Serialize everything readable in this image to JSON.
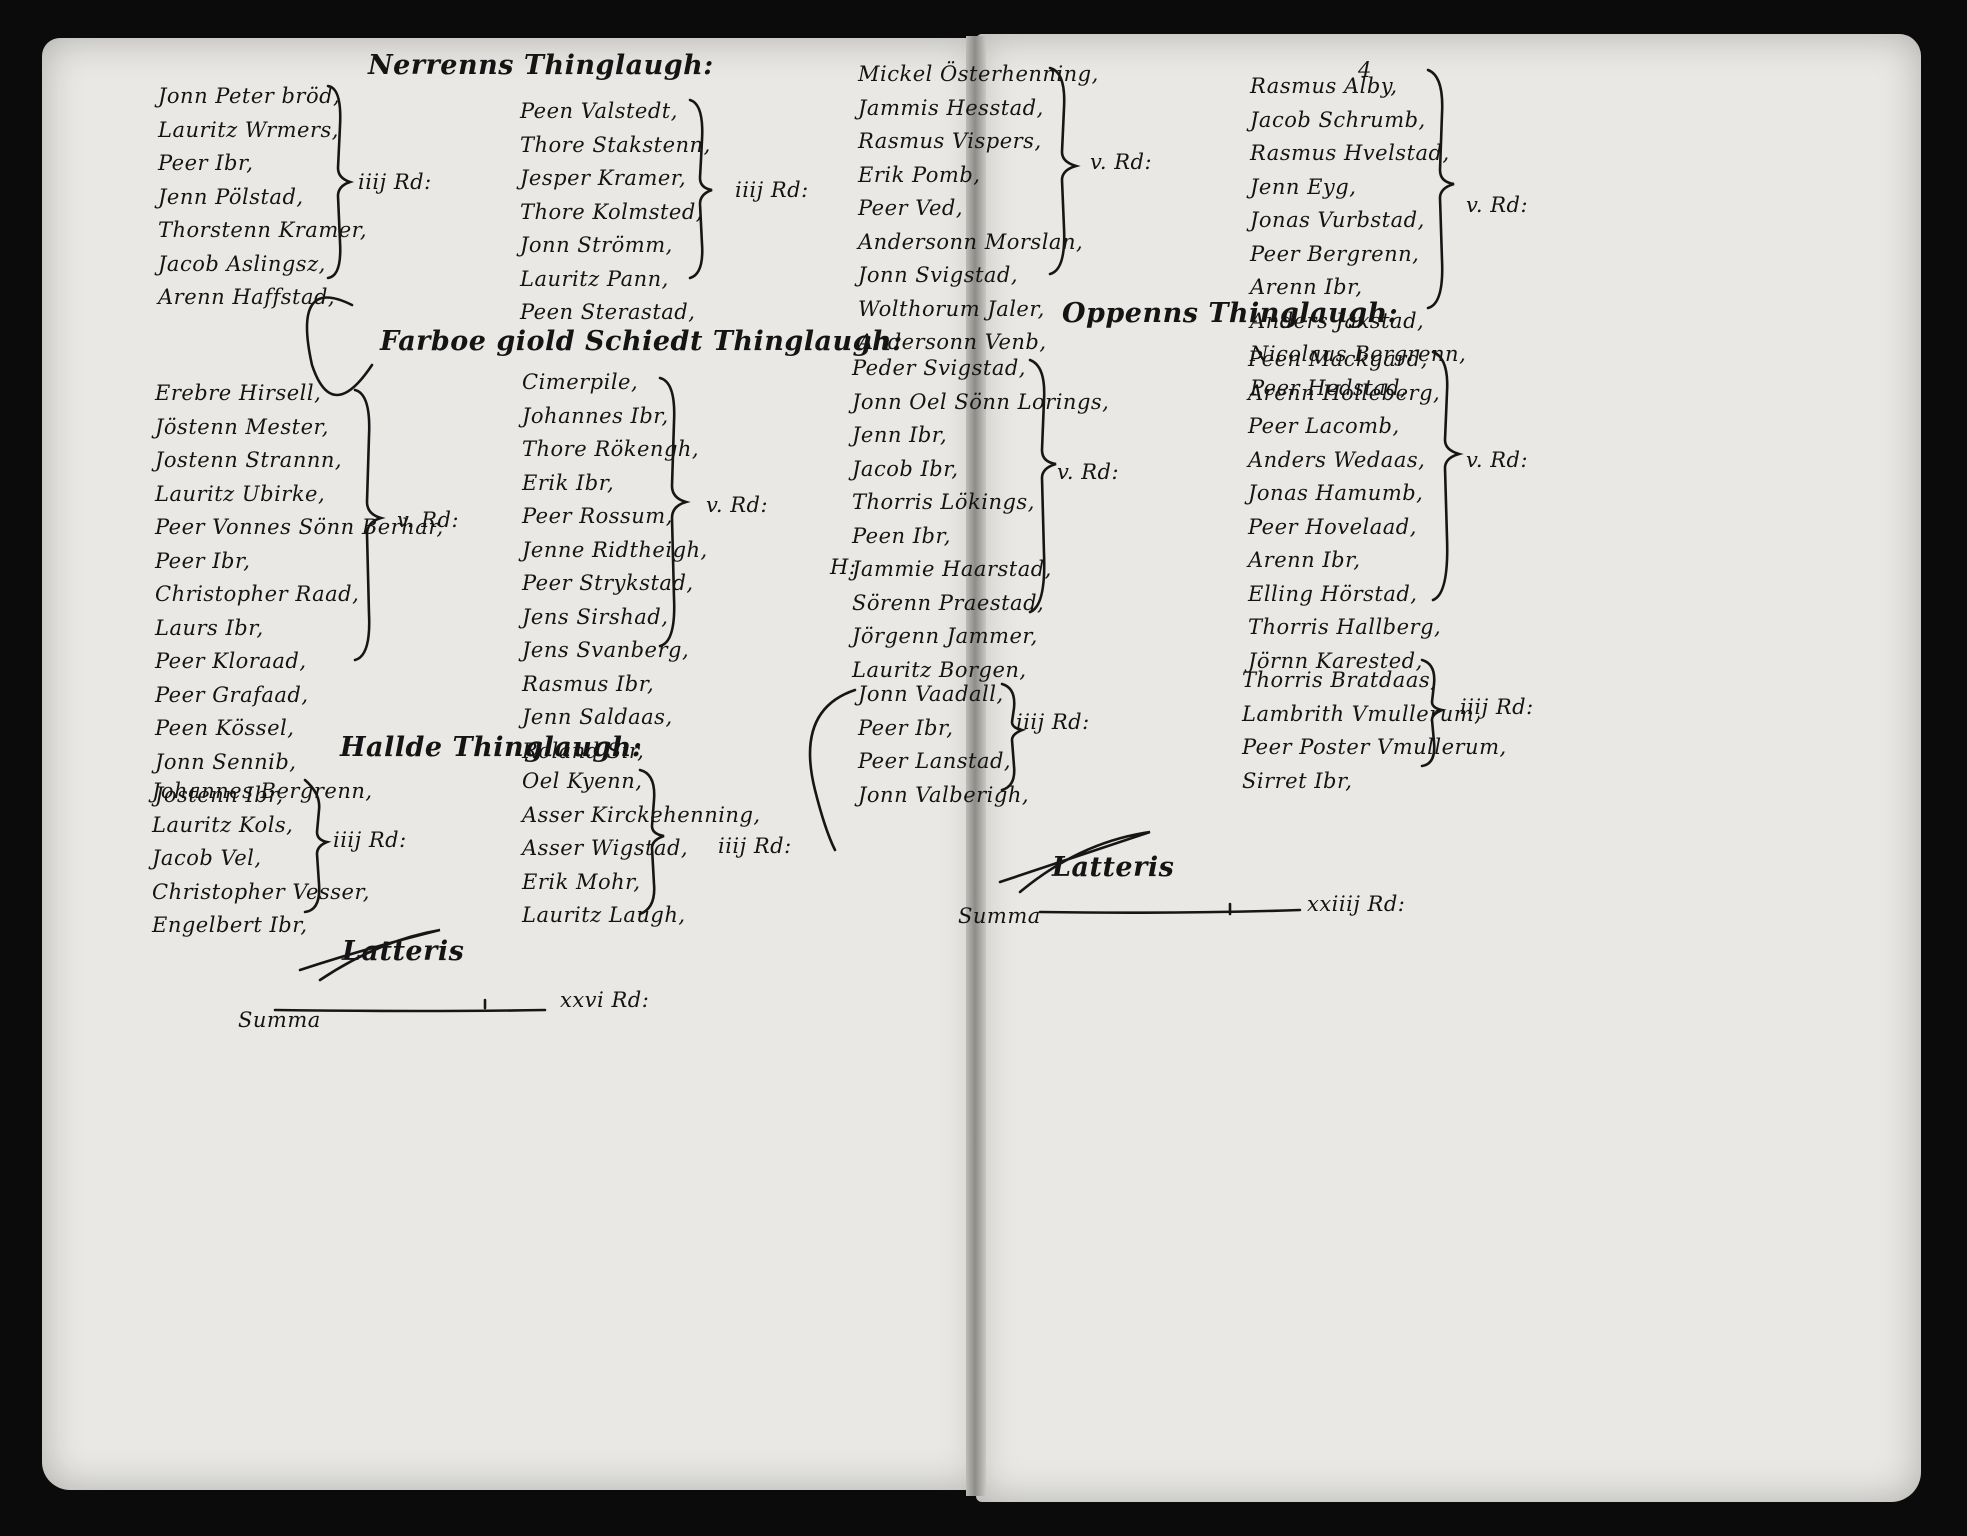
{
  "left_page": {
    "sec1": {
      "heading": "Nerrenns Thinglaugh:",
      "col_a": [
        "Jonn Peter bröd,",
        "Lauritz Wrmers,",
        "Peer Ibr,",
        "Jenn Pölstad,",
        "Thorstenn Kramer,",
        "Jacob Aslingsz,",
        "Arenn Haffstad,"
      ],
      "total_a": "iiij Rd:",
      "col_b": [
        "Peen Valstedt,",
        "Thore Stakstenn,",
        "Jesper Kramer,",
        "Thore Kolmsted,",
        "Jonn Strömm,",
        "Lauritz Pann,",
        "Peen Sterastad,"
      ],
      "total_b": "iiij Rd:"
    },
    "sec2": {
      "heading": "Farboe giold Schiedt Thinglaugh:",
      "col_a": [
        "Erebre Hirsell,",
        "Jöstenn Mester,",
        "Jostenn Strannn,",
        "Lauritz Ubirke,",
        "Peer Vonnes Sönn Berhar,",
        "Peer Ibr,",
        "Christopher Raad,",
        "Laurs Ibr,",
        "Peer Kloraad,",
        "Peer Grafaad,",
        "Peen Kössel,",
        "Jonn Sennib,",
        "Jostenn Ibr,"
      ],
      "total_a": "v. Rd:",
      "col_b": [
        "Cimerpile,",
        "Johannes Ibr,",
        "Thore Rökengh,",
        "Erik Ibr,",
        "Peer Rossum,",
        "Jenne Ridtheigh,",
        "Peer Strykstad,",
        "Jens Sirshad,",
        "Jens Svanberg,",
        "Rasmus Ibr,",
        "Jenn Saldaas,",
        "Roland Sir,"
      ],
      "total_b": "v. Rd:"
    },
    "sec3": {
      "heading": "Hallde Thinglaugh:",
      "col_a": [
        "Johannes Bergrenn,",
        "Lauritz Kols,",
        "Jacob Vel,",
        "Christopher Vesser,",
        "Engelbert Ibr,"
      ],
      "total_a": "iiij Rd:",
      "col_b": [
        "Oel Kyenn,",
        "Asser Kirckehenning,",
        "Asser Wigstad,",
        "Erik Mohr,",
        "Lauritz Laugh,"
      ],
      "total_b": "iiij Rd:"
    },
    "summa": {
      "word": "Latteris",
      "label": "Summa",
      "total": "xxvi Rd:"
    }
  },
  "right_page": {
    "sec1": {
      "col_a": [
        "Mickel Österhenning,",
        "Jammis Hesstad,",
        "Rasmus Vispers,",
        "Erik Pomb,",
        "Peer Ved,",
        "Andersonn Morslan,",
        "Jonn Svigstad,",
        "Wolthorum Jaler,",
        "Andersonn Venb,"
      ],
      "total_a": "v. Rd:",
      "col_b": [
        "Rasmus Alby,",
        "Jacob Schrumb,",
        "Rasmus Hvelstad,",
        "Jenn Eyg,",
        "Jonas Vurbstad,",
        "Peer Bergrenn,",
        "Arenn Ibr,",
        "Anders Jaxstad,",
        "Nicolaus Bergrenn,",
        "Peer Hedstad,"
      ],
      "total_b": "v. Rd:"
    },
    "sec2": {
      "heading": "Oppenns Thinglaugh:",
      "col_a": [
        "Peder Svigstad,",
        "Jonn Oel Sönn Lorings,",
        "Jenn Ibr,",
        "Jacob Ibr,",
        "Thorris Lökings,",
        "Peen Ibr,",
        "Jammie Haarstad,",
        "Sörenn Praestad,",
        "Jörgenn Jammer,",
        "Lauritz Borgen,"
      ],
      "total_a": "v. Rd:",
      "margin_mark": "H:",
      "col_b": [
        "Peen Mackgard,",
        "Arenn Holleberg,",
        "Peer Lacomb,",
        "Anders Wedaas,",
        "Jonas Hamumb,",
        "Peer Hovelaad,",
        "Arenn Ibr,",
        "Elling Hörstad,",
        "Thorris Hallberg,",
        "Jörnn Karested,"
      ],
      "total_b": "v. Rd:"
    },
    "sec3": {
      "col_a": [
        "Jonn Vaadall,",
        "Peer Ibr,",
        "Peer Lanstad,",
        "Jonn Valberigh,"
      ],
      "total_a": "iiij Rd:",
      "col_b": [
        "Thorris Bratdaas,",
        "Lambrith Vmullerum,",
        "Peer Poster Vmullerum,",
        "Sirret Ibr,"
      ],
      "total_b": "iiij Rd:"
    },
    "summa": {
      "word": "Latteris",
      "label": "Summa",
      "total": "xxiiij Rd:"
    },
    "folio": "4"
  }
}
